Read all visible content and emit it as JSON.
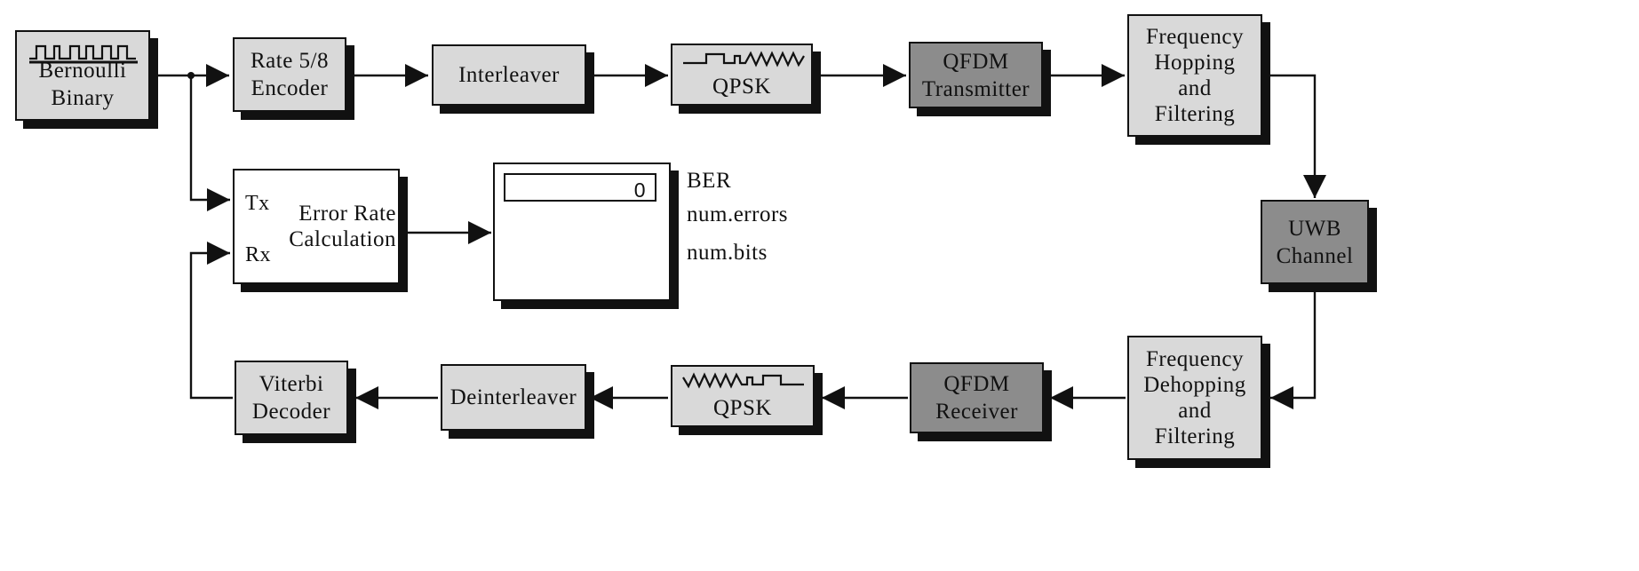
{
  "blocks": {
    "bernoulli": {
      "lines": [
        "Bernoulli",
        "Binary"
      ]
    },
    "encoder": {
      "lines": [
        "Rate 5/8",
        "Encoder"
      ]
    },
    "interleaver": {
      "lines": [
        "Interleaver"
      ]
    },
    "qpsk_mod": {
      "lines": [
        "QPSK"
      ]
    },
    "qfdm_tx": {
      "lines": [
        "QFDM",
        "Transmitter"
      ]
    },
    "fh_filter": {
      "lines": [
        "Frequency",
        "Hopping",
        "and",
        "Filtering"
      ]
    },
    "uwb": {
      "lines": [
        "UWB",
        "Channel"
      ]
    },
    "fdh_filter": {
      "lines": [
        "Frequency",
        "Dehopping",
        "and",
        "Filtering"
      ]
    },
    "qfdm_rx": {
      "lines": [
        "QFDM",
        "Receiver"
      ]
    },
    "qpsk_demod": {
      "lines": [
        "QPSK"
      ]
    },
    "deinterleaver": {
      "lines": [
        "Deinterleaver"
      ]
    },
    "viterbi": {
      "lines": [
        "Viterbi",
        "Decoder"
      ]
    },
    "error_rate": {
      "lines": [
        "Error Rate",
        "Calculation"
      ],
      "port_tx": "Tx",
      "port_rx": "Rx"
    },
    "display": {
      "value": "0",
      "outputs": [
        "BER",
        "num.errors",
        "num.bits"
      ]
    }
  },
  "colors": {
    "block_fill": "#d9d9d9",
    "dark_fill": "#8c8c8c",
    "line": "#111111"
  }
}
